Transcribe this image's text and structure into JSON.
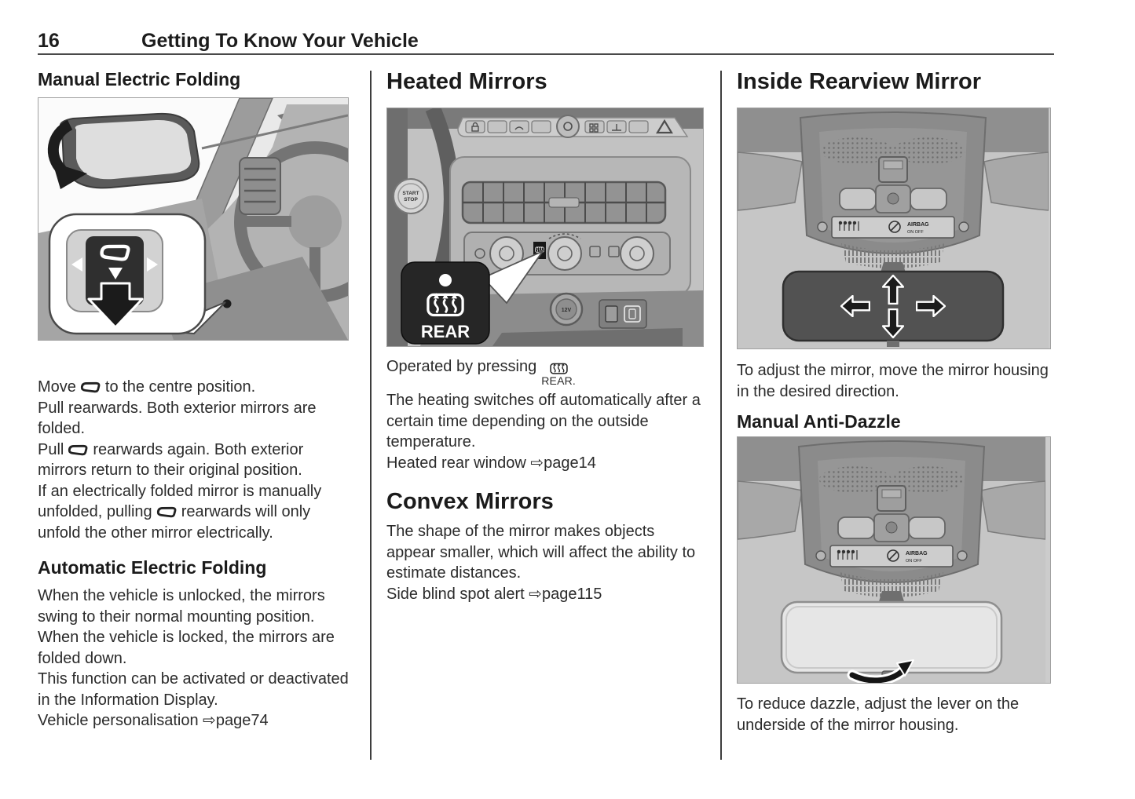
{
  "header": {
    "page_number": "16",
    "chapter_title": "Getting To Know Your Vehicle"
  },
  "icons": {
    "exterior_mirror": "exterior-mirror-icon",
    "heated_rear_window": "heated-rear-window-icon",
    "page_reference_arrow": "⇨"
  },
  "column1": {
    "section1": {
      "heading": "Manual Electric Folding",
      "p1a": "Move",
      "p1b": "to the centre position.",
      "p2": "Pull rearwards. Both exterior mirrors are folded.",
      "p3a": "Pull",
      "p3b": "rearwards again. Both exterior mirrors return to their original position.",
      "p4a": "If an electrically folded mirror is manually unfolded, pulling",
      "p4b": "rearwards will only unfold the other mirror electrically."
    },
    "section2": {
      "heading": "Automatic Electric Folding",
      "p1": "When the vehicle is unlocked, the mirrors swing to their normal mounting position.",
      "p2": "When the vehicle is locked, the mirrors are folded down.",
      "p3": "This function can be activated or deactivated in the Information Display.",
      "p4": "Vehicle personalisation ⇨page74"
    }
  },
  "column2": {
    "section1": {
      "heading": "Heated Mirrors",
      "p1a": "Operated by pressing",
      "p1_symbol_label": "REAR.",
      "p2": "The heating switches off automatically after a certain time depending on the outside temperature.",
      "p3": "Heated rear window ⇨page14"
    },
    "section2": {
      "heading": "Convex Mirrors",
      "p1": "The shape of the mirror makes objects appear smaller, which will affect the ability to estimate distances.",
      "p2": "Side blind spot alert ⇨page115"
    }
  },
  "column3": {
    "section1": {
      "heading": "Inside Rearview Mirror",
      "p1": "To adjust the mirror, move the mirror housing in the desired direction."
    },
    "section2": {
      "heading": "Manual Anti-Dazzle",
      "p1": "To reduce dazzle, adjust the lever on the underside of the mirror housing."
    }
  },
  "illustrations": {
    "heated_mirrors": {
      "callout_button_label": "REAR",
      "start_label": "START",
      "stop_label": "STOP",
      "socket_label": "12V"
    },
    "inside_rearview_mirror": {
      "airbag_label": "AIRBAG",
      "switch_label": "ON OFF"
    },
    "manual_anti_dazzle": {
      "airbag_label": "AIRBAG",
      "switch_label": "ON OFF"
    }
  }
}
